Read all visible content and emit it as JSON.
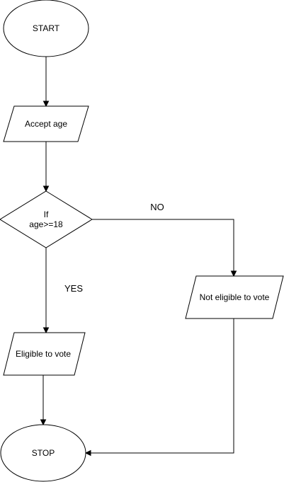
{
  "diagram": {
    "nodes": {
      "start": {
        "label": "START",
        "shape": "ellipse"
      },
      "accept_age": {
        "label": "Accept age",
        "shape": "parallelogram"
      },
      "decision": {
        "label_line1": "If",
        "label_line2": "age>=18",
        "shape": "diamond"
      },
      "eligible": {
        "label": "Eligible to vote",
        "shape": "parallelogram"
      },
      "not_eligible": {
        "label": "Not eligible to vote",
        "shape": "parallelogram"
      },
      "stop": {
        "label": "STOP",
        "shape": "ellipse"
      }
    },
    "edges": {
      "yes_label": "YES",
      "no_label": "NO"
    },
    "colors": {
      "stroke": "#000000",
      "fill": "#ffffff",
      "background": "#ffffff"
    }
  }
}
